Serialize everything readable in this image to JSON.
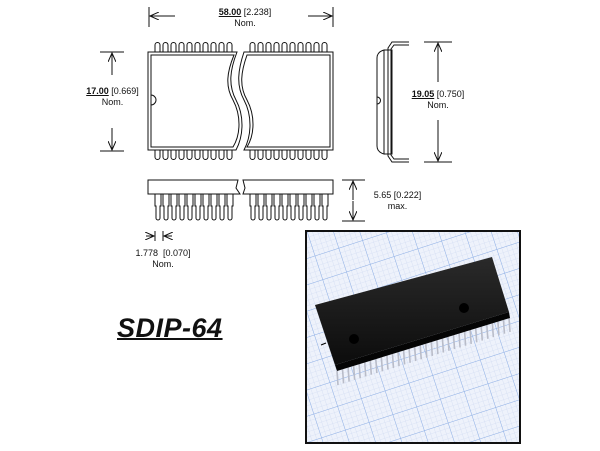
{
  "package_name": "SDIP-64",
  "dimensions": {
    "length": {
      "value": "58.00",
      "inch": "[2.238]",
      "note": "Nom."
    },
    "body_width": {
      "value": "17.00",
      "inch": "[0.669]",
      "note": "Nom."
    },
    "lead_span": {
      "value": "19.05",
      "inch": "[0.750]",
      "note": "Nom."
    },
    "height": {
      "value": "5.65",
      "inch": "[0.222]",
      "note": "max."
    },
    "pitch": {
      "value": "1.778",
      "inch": "[0.070]",
      "note": "Nom."
    }
  },
  "views": [
    "top-view",
    "side-view",
    "front-view",
    "photo"
  ],
  "colors": {
    "line": "#111111",
    "grid_minor": "#c9d6ef",
    "grid_major": "#8fb0e6",
    "chip": "#141414"
  }
}
